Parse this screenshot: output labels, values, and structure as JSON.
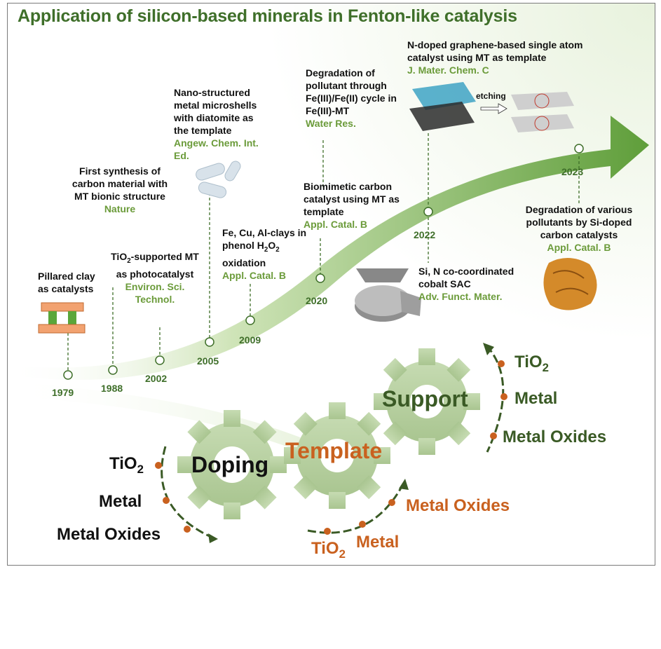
{
  "title": "Application of silicon-based minerals in Fenton-like catalysis",
  "events": [
    {
      "year": "1979",
      "text": "Pillared clay as catalysts",
      "journal": ""
    },
    {
      "year": "1988",
      "text": "First synthesis of carbon material with MT bionic structure",
      "journal": "Nature"
    },
    {
      "year": "2002",
      "text": "TiO2-supported MT as photocatalyst",
      "journal": "Environ. Sci. Technol."
    },
    {
      "year": "2005",
      "text": "Nano-structured metal microshells with diatomite as the template",
      "journal": "Angew. Chem. Int. Ed."
    },
    {
      "year": "2009",
      "text": "Fe, Cu, Al-clays in phenol H2O2 oxidation",
      "journal": "Appl. Catal. B"
    },
    {
      "year": "2020",
      "text": "Biomimetic carbon catalyst using MT as template",
      "journal": "Appl. Catal. B"
    },
    {
      "year": "2020",
      "text": "Degradation of pollutant through Fe(III)/Fe(II) cycle in Fe(III)-MT",
      "journal": "Water Res."
    },
    {
      "year": "2022",
      "text": "N-doped graphene-based single atom catalyst using MT as template",
      "journal": "J. Mater. Chem. C"
    },
    {
      "year": "2022",
      "text": "Si, N co-coordinated cobalt SAC",
      "journal": "Adv. Funct. Mater."
    },
    {
      "year": "2023",
      "text": "Degradation of various pollutants by Si-doped carbon catalysts",
      "journal": "Appl. Catal. B"
    }
  ],
  "years": [
    "1979",
    "1988",
    "2002",
    "2005",
    "2009",
    "2020",
    "2022",
    "2023"
  ],
  "etching_label": "etching",
  "gears": [
    {
      "label": "Doping",
      "items": [
        "TiO2",
        "Metal",
        "Metal Oxides"
      ]
    },
    {
      "label": "Template",
      "items": [
        "TiO2",
        "Metal",
        "Metal Oxides"
      ]
    },
    {
      "label": "Support",
      "items": [
        "TiO2",
        "Metal",
        "Metal Oxides"
      ]
    }
  ],
  "colors": {
    "title": "#3f6f2a",
    "journal": "#6b9b3a",
    "orange": "#c9611f",
    "gear": "#b9d1a3",
    "arrow": "#8fbf5e"
  }
}
